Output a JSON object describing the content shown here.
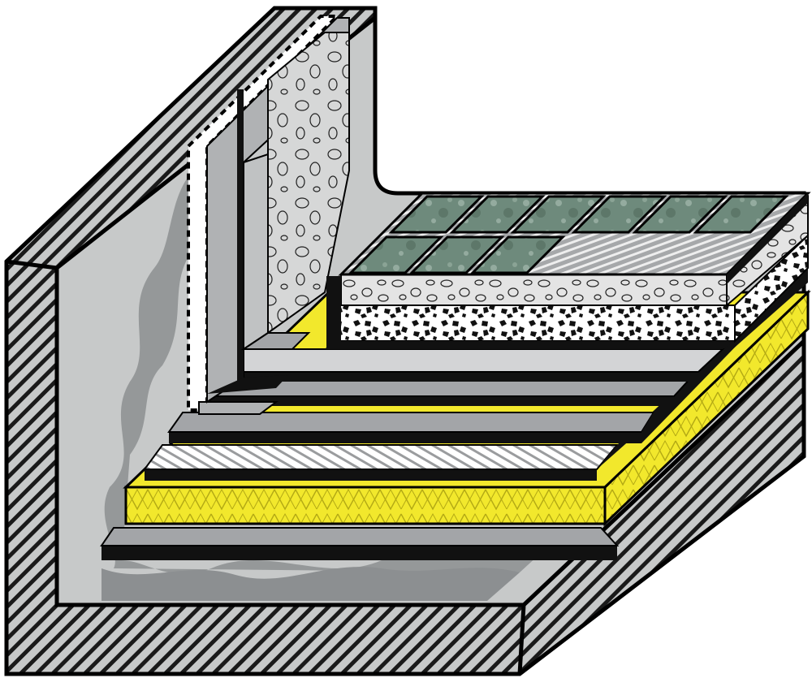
{
  "diagram": {
    "kind": "roof-terrace-layer-build-up",
    "labels": [],
    "layers": [
      {
        "id": "concrete-substrate",
        "pattern": "hatch"
      },
      {
        "id": "vapour-control-layer",
        "pattern": "solid"
      },
      {
        "id": "thermal-insulation",
        "pattern": "insulation-zigzag"
      },
      {
        "id": "separation-layer",
        "pattern": "diagonal-hatch"
      },
      {
        "id": "waterproofing-membrane-1",
        "pattern": "solid"
      },
      {
        "id": "waterproofing-membrane-2",
        "pattern": "solid"
      },
      {
        "id": "protection-layer",
        "pattern": "solid"
      },
      {
        "id": "drainage-gravel",
        "pattern": "gravel"
      },
      {
        "id": "mortar-bed",
        "pattern": "pebble"
      },
      {
        "id": "tiles",
        "pattern": "tile"
      }
    ],
    "colors": {
      "background": "#ffffff",
      "outline": "#000000",
      "substrate": "#c7c9c9",
      "substrate_inner": "#bcbebe",
      "primer": "#8c8f91",
      "membrane_light": "#d3d4d6",
      "membrane_dark": "#a3a5a8",
      "insulation": "#f2e82c",
      "insulation_dark": "#c9be17",
      "tile": "#6e8a7c",
      "tile_light": "#94ab9f",
      "mortar": "#e4e4e4",
      "upstand": "#b0b2b4"
    }
  }
}
